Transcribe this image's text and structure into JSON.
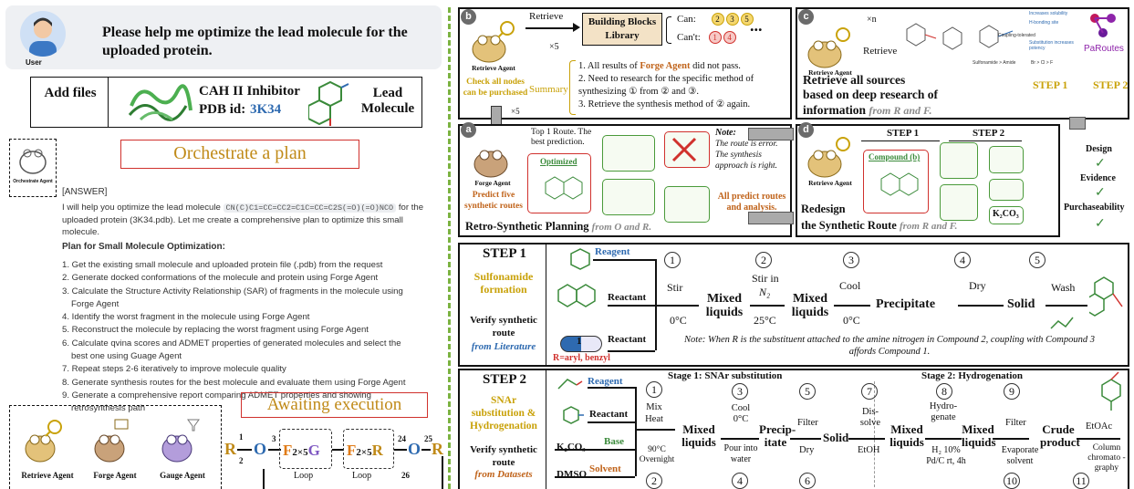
{
  "left": {
    "user_label": "User",
    "user_message": "Please help me optimize the lead molecule for the uploaded protein.",
    "add_files": "Add files",
    "protein_name": "CAH II Inhibitor",
    "pdb_prefix": "PDB id:",
    "pdb_id": "3K34",
    "lead_molecule": "Lead Molecule",
    "orchestrate_title": "Orchestrate a plan",
    "orchestrate_agent": "Orchestrate Agent",
    "answer_tag": "[ANSWER]",
    "answer_intro_1": "I will help you optimize the lead molecule",
    "smiles": "CN(C)C1=CC=CC2=C1C=CC=C2S(=O)(=O)NCO",
    "answer_intro_2": "for the uploaded protein (3K34.pdb). Let me create a comprehensive plan to optimize this small molecule.",
    "plan_heading": "Plan for Small Molecule Optimization:",
    "plan_items": [
      "1. Get the existing small molecule and uploaded protein file (.pdb) from the request",
      "2. Generate docked conformations of the molecule and protein using Forge Agent",
      "3. Calculate the Structure Activity Relationship (SAR) of fragments in the molecule using",
      "Forge Agent",
      "4. Identify the worst fragment in the molecule using Forge Agent",
      "5. Reconstruct the molecule by replacing the worst fragment using Forge Agent",
      "6. Calculate qvina scores and ADMET properties of generated molecules and select the",
      "best one using Guage Agent",
      "7. Repeat steps 2-6 iteratively to improve molecule quality",
      "8. Generate synthesis routes for the best molecule and evaluate them using Forge Agent",
      "9. Generate a comprehensive report comparing ADMET properties and showing",
      "retrosynthesis path"
    ],
    "awaiting": "Awaiting execution",
    "agents": [
      "Retrieve Agent",
      "Forge Agent",
      "Gauge Agent"
    ],
    "flow": {
      "r1": "R",
      "n1": "1",
      "n2": "2",
      "o1": "O",
      "n3": "3",
      "f1": "F",
      "x5": "2×5",
      "g": "G",
      "f2": "F",
      "x2": "2×5",
      "r2": "R",
      "n24": "24",
      "o2": "O",
      "n25": "25",
      "r3": "R",
      "loop1": "Loop",
      "loop2": "Loop",
      "n26": "26"
    }
  },
  "panel_b": {
    "badge": "b",
    "agent": "Retrieve Agent",
    "retrieve": "Retrieve",
    "library": "Building Blocks Library",
    "can": "Can:",
    "cant": "Can't:",
    "can_nums": [
      "2",
      "3",
      "5"
    ],
    "cant_nums": [
      "1",
      "4"
    ],
    "ellipsis": "...",
    "x5": "×5",
    "check": "Check all nodes can be purchased",
    "summary": "Summary",
    "s1a": "1. All results of ",
    "s1b": "Forge Agent",
    "s1c": " did not pass.",
    "s2": "2. Need to research for the specific method of synthesizing ① from ② and ③.",
    "s3": "3. Retrieve the synthesis method of ② again."
  },
  "panel_c": {
    "badge": "c",
    "agent": "Retrieve Agent",
    "retrieve": "Retrieve",
    "xn": "×n",
    "text1": "Retrieve all sources",
    "text2": "based on deep research of",
    "text3a": "information from R and F",
    "text3b": "from R and F.",
    "step1": "STEP 1",
    "step2": "STEP 2",
    "logo": "PaRoutes",
    "ann1": "Increases solubility",
    "ann2": "H-bonding site",
    "ann3": "Coupling-tolerated",
    "ann4": "Substitution increases potency",
    "ann5": "Sulfonamide > Amide",
    "ann6": "Br > Cl > F"
  },
  "panel_a": {
    "badge": "a",
    "agent": "Forge Agent",
    "predict": "Predict five synthetic routes",
    "top_route": "Top 1 Route. The best prediction.",
    "optimized": "Optimized",
    "note_title": "Note:",
    "note_body": "The route is error. The synthesis approach is right.",
    "all_predict": "All predict routes and analysis.",
    "bottom": "Retro-Synthetic Planning",
    "bottom_from": "from O and R."
  },
  "panel_d": {
    "badge": "d",
    "agent": "Retrieve Agent",
    "step1": "STEP 1",
    "step2": "STEP 2",
    "compound": "Compound (b)",
    "k2co3": "K₂CO₃",
    "redesign1": "Redesign",
    "redesign2": "the Synthetic Route",
    "redesign_from": "from R and F."
  },
  "right_checks": [
    "Design",
    "Evidence",
    "Purchaseability"
  ],
  "step1": {
    "title": "STEP 1",
    "sub": "Sulfonamide formation",
    "verify": "Verify synthetic route",
    "from": "from Literature",
    "reagent": "Reagent",
    "reactant1": "Reactant",
    "reactant2": "Reactant",
    "r_label": "R=aryl, benzyl",
    "nums": [
      "1",
      "2",
      "3",
      "4",
      "5"
    ],
    "stir": "Stir",
    "stir_in": "Stir in",
    "n2": "N₂",
    "cool": "Cool",
    "dry": "Dry",
    "wash": "Wash",
    "mixed1": "Mixed liquids",
    "mixed2": "Mixed liquids",
    "precip": "Precipitate",
    "solid": "Solid",
    "t0": "0°C",
    "t25": "25°C",
    "t0b": "0°C",
    "note": "Note: When R is the substituent attached to the amine nitrogen in Compound 2, coupling with Compound 3 affords Compound 1."
  },
  "step2": {
    "title": "STEP 2",
    "sub": "SNAr substitution & Hydrogenation",
    "verify": "Verify synthetic route",
    "from": "from Datasets",
    "stage1": "Stage 1: SNAr substitution",
    "stage2": "Stage 2: Hydrogenation",
    "reagent": "Reagent",
    "reactant": "Reactant",
    "base": "Base",
    "solvent": "Solvent",
    "k2co3": "K₂CO₃",
    "dmso": "DMSO",
    "mix_heat": "Mix Heat",
    "overnight": "90°C Overnight",
    "mixed1": "Mixed liquids",
    "cool0": "Cool 0°C",
    "pour": "Pour into water",
    "precip": "Precip-itate",
    "filter1": "Filter",
    "dry": "Dry",
    "solid": "Solid",
    "dissolve": "Dis-solve",
    "etoh": "EtOH",
    "mixed2": "Mixed liquids",
    "hydrogenate": "Hydro-genate",
    "h2": "H₂ 10% Pd/C rt, 4h",
    "mixed3": "Mixed liquids",
    "filter2": "Filter",
    "evap": "Evaporate solvent",
    "crude": "Crude product",
    "etoac": "EtOAc",
    "column": "Column chromato -graphy",
    "nums": [
      "1",
      "2",
      "3",
      "4",
      "5",
      "6",
      "7",
      "8",
      "9",
      "10",
      "11"
    ]
  }
}
